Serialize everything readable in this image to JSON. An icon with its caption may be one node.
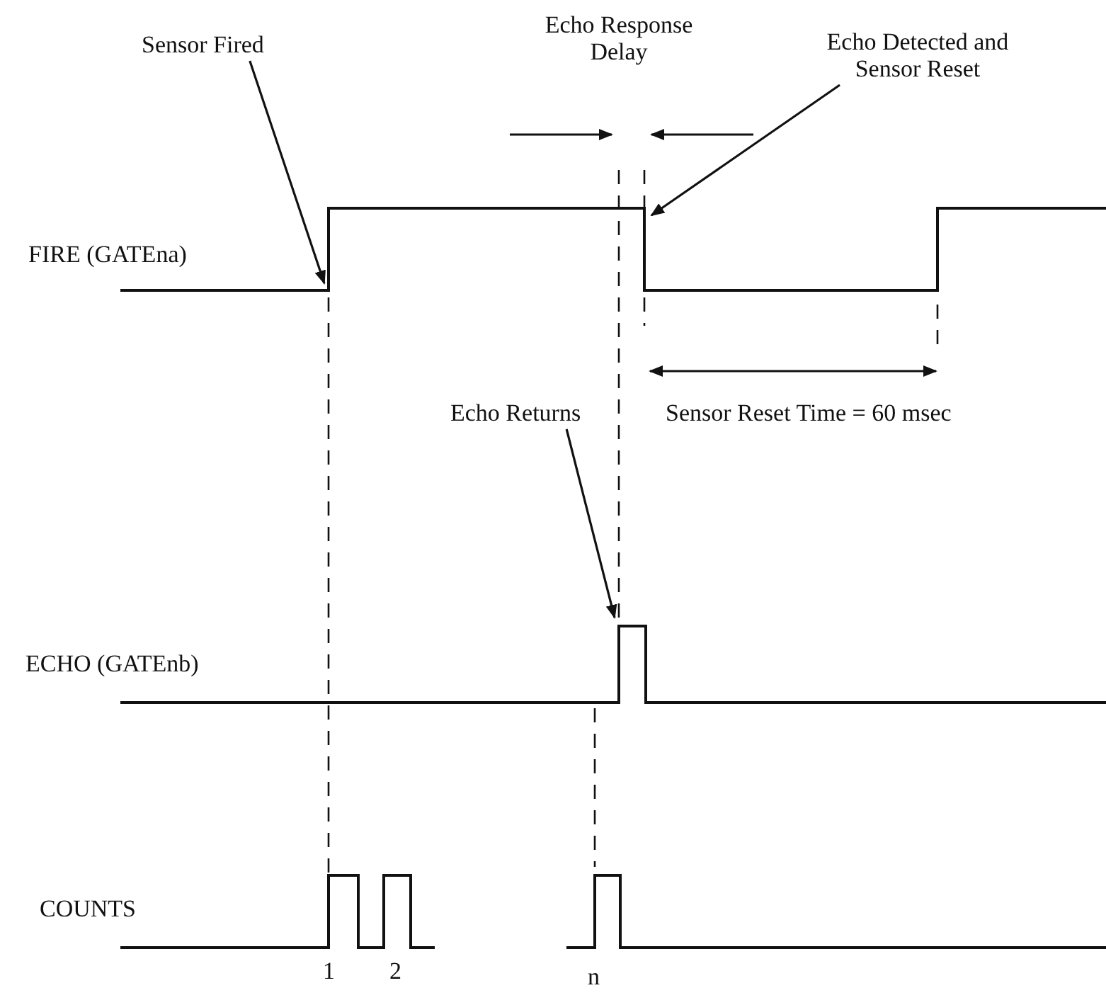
{
  "diagram": {
    "nodes": [
      {
        "text": [
          "Sensor Fired"
        ]
      },
      {
        "text": [
          "Echo Detected and Sensor Reset"
        ]
      },
      {
        "text": [
          "Echo Returns"
        ]
      }
    ],
    "edges": [
      {
        "from": 0,
        "to": null,
        "arrow": "to"
      },
      {
        "from": 1,
        "to": null,
        "arrow": "to"
      },
      {
        "from": 2,
        "to": null,
        "arrow": "to"
      }
    ],
    "labels": [
      "Echo Response Delay",
      "FIRE (GATEna)",
      "Sensor Reset Time = 60 msec",
      "ECHO (GATEnb)",
      "COUNTS",
      "1",
      "2",
      "n"
    ]
  }
}
